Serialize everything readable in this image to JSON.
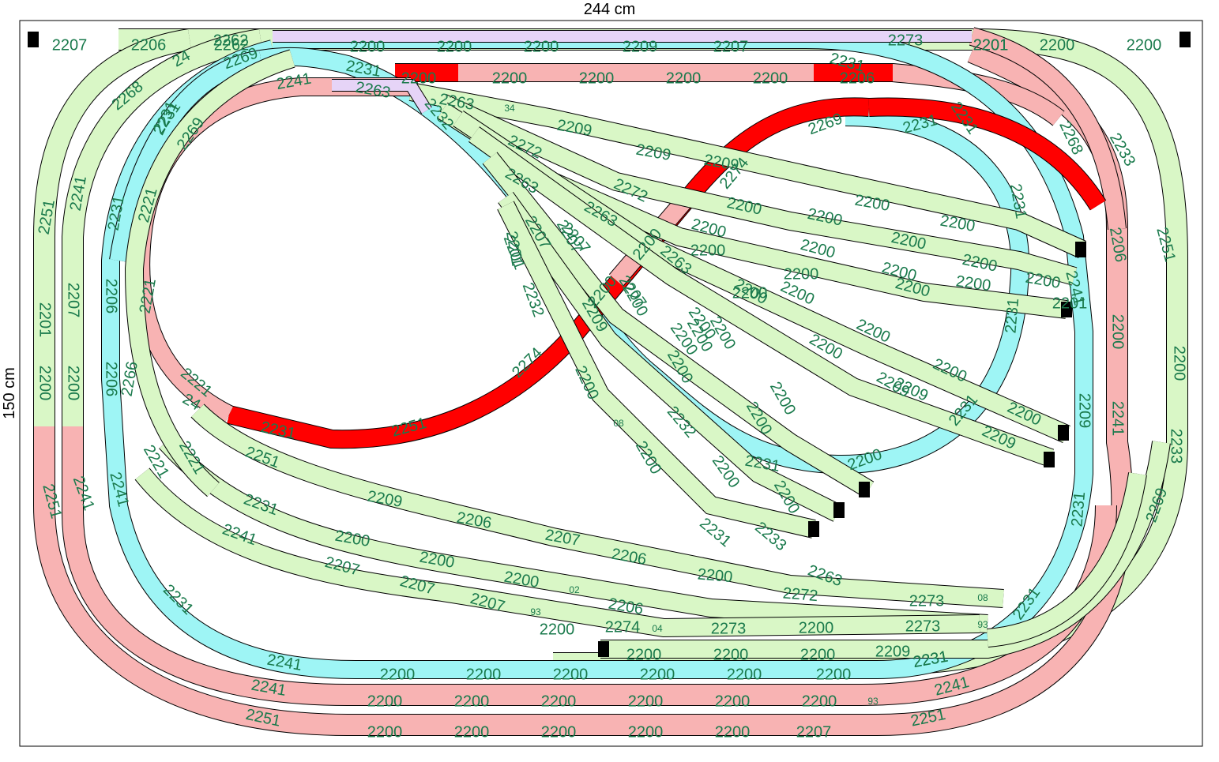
{
  "dimensions": {
    "width_label": "244 cm",
    "height_label": "150 cm"
  },
  "colors": {
    "level_a": "#d9f7c6",
    "level_b": "#f8b3b3",
    "level_c": "#9ef5f5",
    "highlight": "#ff0000",
    "turnout": "#e6d4f7",
    "label": "#1a7a4c",
    "outline": "#000000"
  },
  "labels": {
    "top_left": [
      "2207",
      "2206",
      "2262"
    ],
    "top_cyan": [
      "2200",
      "2200",
      "2200",
      "2209",
      "2207"
    ],
    "top_right": [
      "2201",
      "2200",
      "2200"
    ],
    "second_row": [
      "2200",
      "2200",
      "2200",
      "2200",
      "2200",
      "2206"
    ],
    "cyan_bottom": [
      "2241",
      "2200",
      "2200",
      "2200",
      "2200",
      "2200",
      "2200",
      "2231"
    ],
    "pink_mid_bottom": [
      "2241",
      "2200",
      "2200",
      "2200",
      "2200",
      "2200",
      "2200",
      "93",
      "2241"
    ],
    "pink_outer_bottom": [
      "2251",
      "2200",
      "2200",
      "2200",
      "2200",
      "2200",
      "2207",
      "2251"
    ],
    "yard_bottom": [
      "2200",
      "2200",
      "2200",
      "2209",
      "2231"
    ],
    "left_outer": [
      "2251",
      "2201",
      "2200",
      "2251"
    ],
    "left_second": [
      "2241",
      "2207",
      "2200",
      "2241"
    ],
    "left_cyan": [
      "2231",
      "2206",
      "2206",
      "2241",
      "2231"
    ],
    "right_outer": [
      "2233",
      "2251",
      "2200",
      "2233",
      "2269"
    ],
    "right_pink": [
      "2268",
      "2206",
      "2200",
      "2241"
    ],
    "right_cyan": [
      "2241",
      "2209",
      "2231",
      "2231"
    ],
    "figure_eight": [
      "2231",
      "2251",
      "2274",
      "2200",
      "2200",
      "2274",
      "2269",
      "2231"
    ],
    "loop_cyan": [
      "2231",
      "2231",
      "2231",
      "2231",
      "2231",
      "2231",
      "2231",
      "2232",
      "2201",
      "2232",
      "2207",
      "2209",
      "2200",
      "2231"
    ],
    "fan_1": [
      "2263",
      "34",
      "2209",
      "2209",
      "2209",
      "2200",
      "2200"
    ],
    "fan_2": [
      "2272",
      "2272",
      "2200",
      "2200",
      "2200",
      "2200",
      "2200"
    ],
    "fan_3": [
      "2263",
      "2263",
      "2200",
      "2200",
      "2200",
      "2200",
      "2200"
    ],
    "fan_4": [
      "2263",
      "2200",
      "2200",
      "2200",
      "2209",
      "2200",
      "2200"
    ],
    "fan_5": [
      "2207",
      "2207",
      "2200",
      "2200",
      "2200",
      "2209",
      "2209"
    ],
    "fan_6": [
      "2201",
      "2232",
      "2200",
      "08",
      "2200",
      "2200",
      "2231",
      "2233"
    ],
    "fan_7": [
      "2207",
      "2200",
      "2200",
      "2200",
      "2200",
      "2200",
      "2200",
      "2200"
    ],
    "inner_green": [
      "2251",
      "2209",
      "2206",
      "2207",
      "2206",
      "2200",
      "2272",
      "2273",
      "08"
    ],
    "inner_green_2": [
      "2231",
      "2200",
      "2200",
      "2200",
      "2200",
      "2263",
      "2273",
      "93"
    ],
    "inner_green_3": [
      "2241",
      "2207",
      "2207",
      "2207",
      "93",
      "2274",
      "04",
      "2273",
      "2200"
    ],
    "inner_green_4": [
      "02",
      "2206"
    ],
    "left_green_curve": [
      "2268",
      "2231",
      "2269",
      "2221",
      "2221",
      "2221",
      "2221",
      "2221",
      "24",
      "2266"
    ],
    "turnout_labels": [
      "2263",
      "2262",
      "2273"
    ],
    "misc": [
      "24",
      "2269",
      "2241",
      "2200",
      "2200",
      "2200",
      "2201",
      "2201"
    ]
  }
}
